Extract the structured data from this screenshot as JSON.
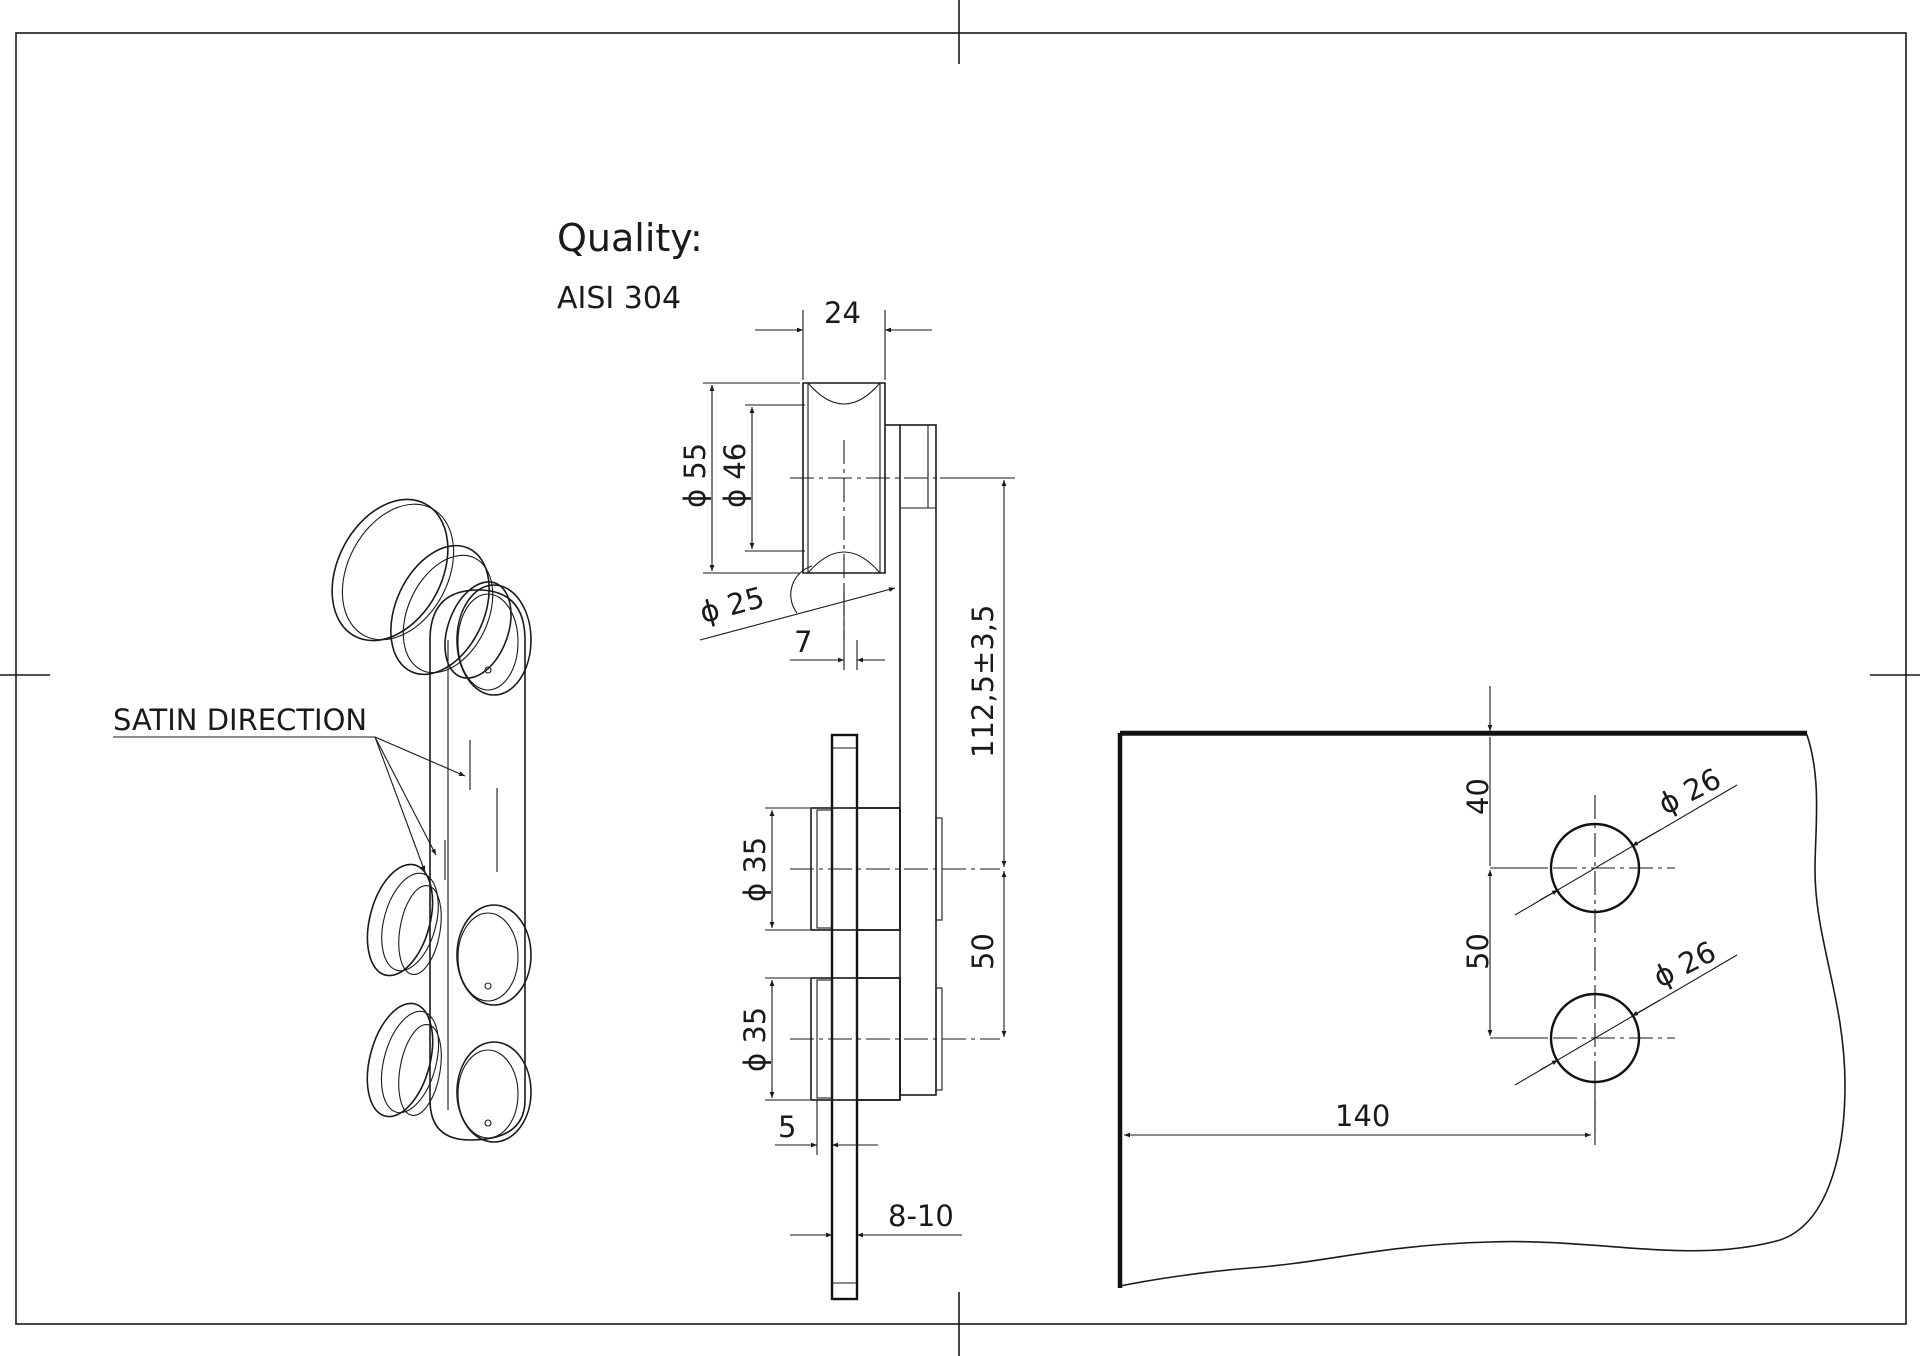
{
  "colors": {
    "glass": "#ccfccc",
    "line": "#1a1a1a",
    "background": "#ffffff"
  },
  "texts": {
    "quality_label": "Quality:",
    "material": "AISI 304",
    "satin_direction": "SATIN DIRECTION"
  },
  "dimensions": {
    "width_24": "24",
    "dia_55": "ϕ 55",
    "dia_46": "ϕ 46",
    "dia_25": "ϕ 25",
    "offset_7": "7",
    "height_112": "112,5±3,5",
    "dia_35_upper": "ϕ 35",
    "dia_35_lower": "ϕ 35",
    "spacing_50": "50",
    "offset_5": "5",
    "glass_8_10": "8-10",
    "hole_top_40": "40",
    "hole_spacing_50": "50",
    "hole_dia_26_upper": "ϕ 26",
    "hole_dia_26_lower": "ϕ 26",
    "edge_140": "140"
  }
}
